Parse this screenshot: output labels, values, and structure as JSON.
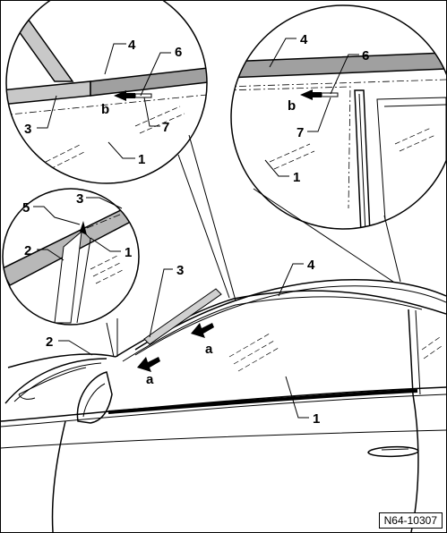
{
  "figure_code": "N64-10307",
  "callouts": {
    "c1": "4",
    "c2": "6",
    "c3": "b",
    "c4": "7",
    "c5": "3",
    "c6": "1",
    "r1": "4",
    "r2": "6",
    "r3": "b",
    "r4": "7",
    "r5": "1",
    "m1": "3",
    "m2": "5",
    "m3": "2",
    "m4": "1",
    "k1": "3",
    "k2": "4",
    "k3": "2",
    "k4": "a",
    "k5": "a",
    "k6": "1"
  },
  "colors": {
    "trim": "#a8a8a8",
    "line": "#000000"
  }
}
